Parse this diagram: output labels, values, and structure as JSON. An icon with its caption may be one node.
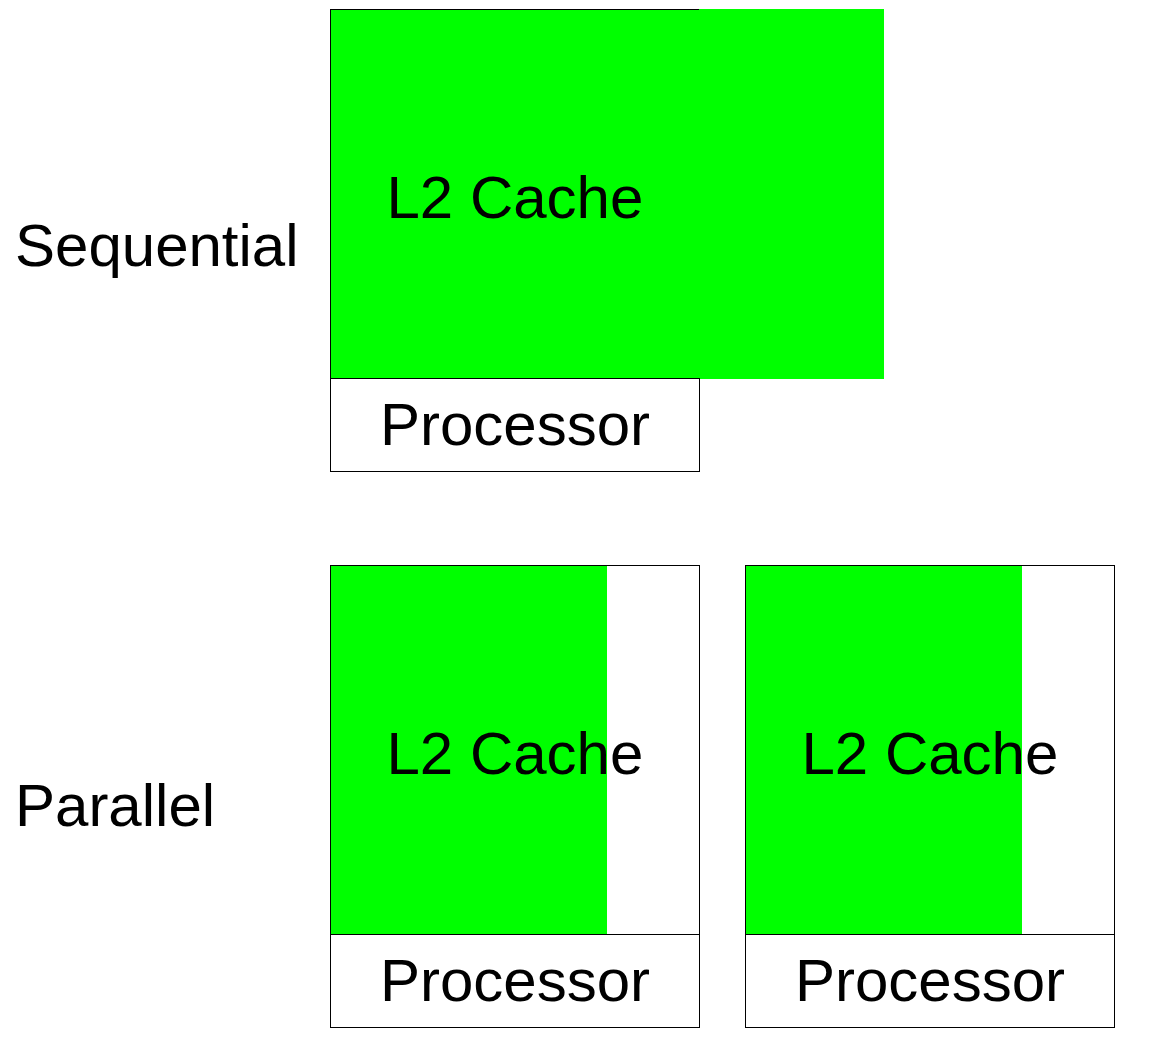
{
  "diagram": {
    "nodes": [
      {
        "text": [
          "L2 Cache"
        ]
      },
      {
        "text": [],
        "shape": "bar"
      },
      {
        "text": [
          "Processor"
        ]
      },
      {
        "text": [
          "L2 Cache"
        ]
      },
      {
        "text": [
          "Processor"
        ]
      },
      {
        "text": [
          "L2 Cache"
        ]
      },
      {
        "text": [
          "Processor"
        ]
      }
    ],
    "edges": [],
    "labels": [
      "Sequential",
      "Parallel"
    ]
  }
}
